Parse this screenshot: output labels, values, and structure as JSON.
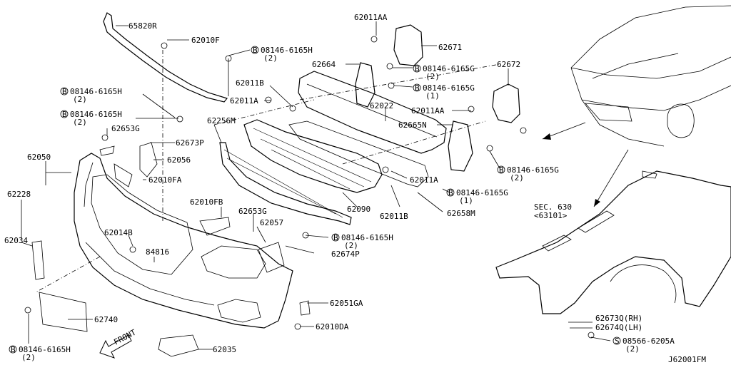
{
  "labels": {
    "l65820R": "65820R",
    "l62010F": "62010F",
    "l08146_6165H_top": "08146-6165H",
    "l08146_6165H_top_q": "(2)",
    "l62011AA_top": "62011AA",
    "l62671": "62671",
    "l62664": "62664",
    "l08146_6165G_a": "08146-6165G",
    "l08146_6165G_a_q": "(2)",
    "l62672": "62672",
    "l08146_6165G_b": "08146-6165G",
    "l08146_6165G_b_q": "(1)",
    "l62011B_top": "62011B",
    "l62011A_top": "62011A",
    "l08146_6165H_l1": "08146-6165H",
    "l08146_6165H_l1_q": "(2)",
    "l08146_6165H_l2": "08146-6165H",
    "l08146_6165H_l2_q": "(2)",
    "l62653G_top": "62653G",
    "l62673P": "62673P",
    "l62256M": "62256M",
    "l62022": "62022",
    "l62011AA_mid": "62011AA",
    "l62665N": "62665N",
    "l62050": "62050",
    "l62056": "62056",
    "l62228": "62228",
    "l62010FA": "62010FA",
    "l08146_6165G_c": "08146-6165G",
    "l08146_6165G_c_q": "(2)",
    "l62011A_mid": "62011A",
    "l08146_6165G_d": "08146-6165G",
    "l08146_6165G_d_q": "(1)",
    "l62010FB": "62010FB",
    "l62653G_mid": "62653G",
    "l62090": "62090",
    "l62011B_mid": "62011B",
    "l62658M": "62658M",
    "l62034": "62034",
    "l62014B": "62014B",
    "l62057": "62057",
    "l08146_6165H_mid": "08146-6165H",
    "l08146_6165H_mid_q": "(2)",
    "l84816": "84816",
    "l62674P": "62674P",
    "lSEC630": "SEC. 630",
    "lSEC630_sub": "<63101>",
    "l62051GA": "62051GA",
    "l62740": "62740",
    "l62010DA": "62010DA",
    "l62673Q": "62673Q(RH)",
    "l62674Q": "62674Q(LH)",
    "l08566_6205A": "08566-6205A",
    "l08566_6205A_q": "(2)",
    "l08146_6165H_bot": "08146-6165H",
    "l08146_6165H_bot_q": "(2)",
    "lFRONT": "FRONT",
    "l62035": "62035",
    "diagram_id": "J62001FM",
    "circle_B": "B",
    "circle_S": "S"
  }
}
